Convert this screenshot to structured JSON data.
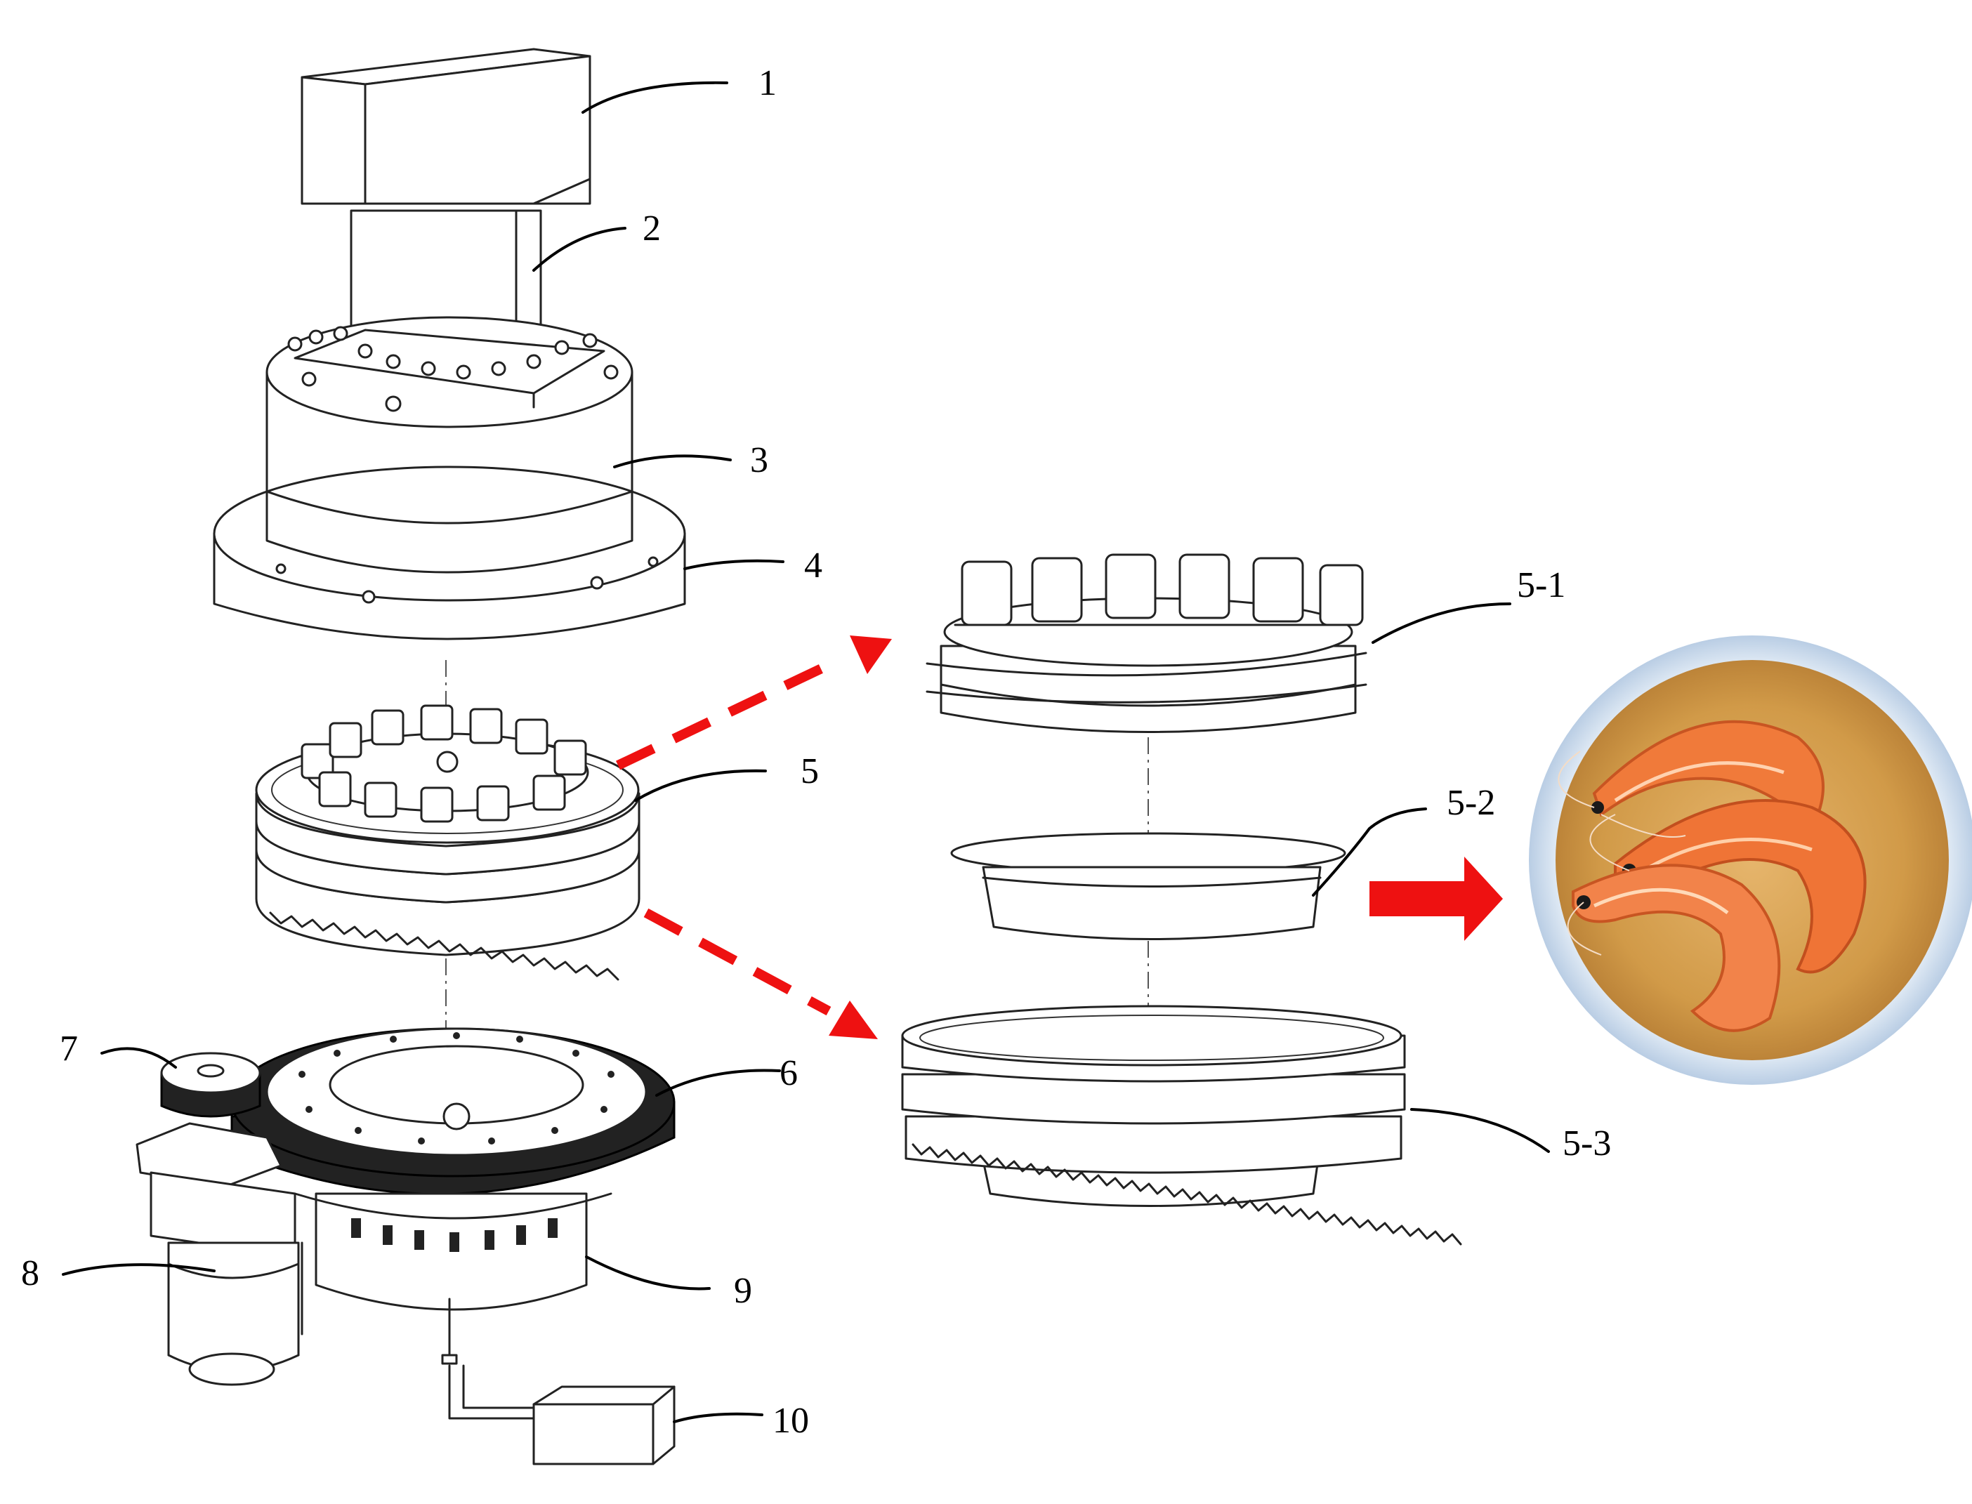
{
  "callouts": {
    "c1": "1",
    "c2": "2",
    "c3": "3",
    "c4": "4",
    "c5": "5",
    "c6": "6",
    "c7": "7",
    "c8": "8",
    "c9": "9",
    "c10": "10",
    "c5_1": "5-1",
    "c5_2": "5-2",
    "c5_3": "5-3"
  },
  "colors": {
    "arrow": "#ee1111",
    "line": "#222222",
    "broth": "#d9a050",
    "shrimp": "#f07a3a",
    "bowl_rim": "#cfe0f2"
  },
  "icons": {
    "dashed_arrows": "dashed-arrow-icon",
    "solid_arrow": "solid-arrow-right-icon"
  }
}
